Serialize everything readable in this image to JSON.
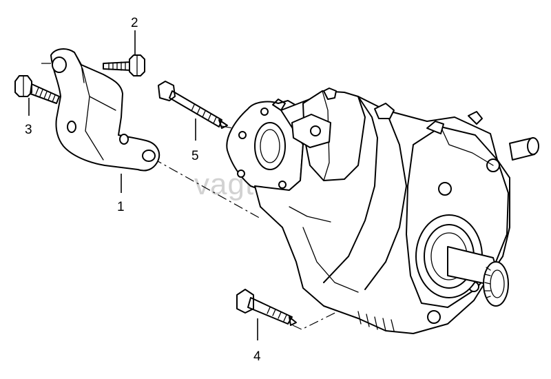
{
  "diagram": {
    "watermark": "vagtec.ru",
    "callouts": [
      {
        "id": "1",
        "label": "1"
      },
      {
        "id": "2",
        "label": "2"
      },
      {
        "id": "3",
        "label": "3"
      },
      {
        "id": "4",
        "label": "4"
      },
      {
        "id": "5",
        "label": "5"
      }
    ]
  }
}
